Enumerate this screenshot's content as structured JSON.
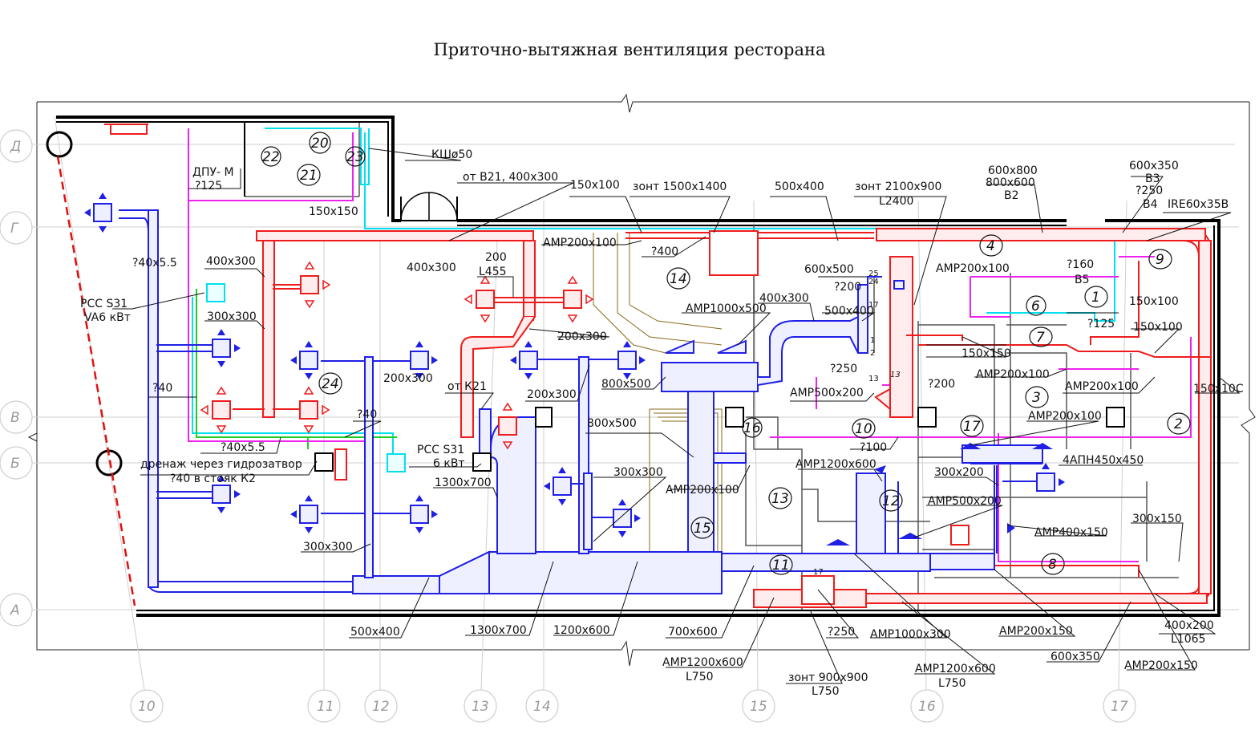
{
  "title": "Приточно-вытяжная вентиляция ресторана",
  "axes": {
    "rows": [
      "Д",
      "Г",
      "В",
      "Б",
      "А"
    ],
    "columns": [
      "10",
      "11",
      "12",
      "13",
      "14",
      "15",
      "16",
      "17"
    ]
  },
  "rooms": [
    "1",
    "2",
    "3",
    "4",
    "6",
    "7",
    "8",
    "9",
    "10",
    "11",
    "12",
    "13",
    "13",
    "14",
    "15",
    "16",
    "17",
    "20",
    "21",
    "22",
    "23",
    "24"
  ],
  "labels": {
    "dpu": "ДПУ- М",
    "d125a": "?125",
    "ksh": "КШø50",
    "s150x150": "150x150",
    "from_v21": "от В21, 400х300",
    "s150x100a": "150x100",
    "zont1500": "зонт 1500х1400",
    "s500x400a": "500х400",
    "zont2100": "зонт 2100х900",
    "l2400": "L2400",
    "s600x800": "600х800",
    "s800x600": "800х600",
    "v2": "В2",
    "s600x350a": "600х350",
    "v3": "В3",
    "d250a": "?250",
    "v4": "В4",
    "ire": "IRE60х35В",
    "d40x55a": "?40х5.5",
    "s400x300a": "400x300",
    "s400x300b": "400x300",
    "s200": "200",
    "l455": "L455",
    "amp200x100a": "АМР200х100",
    "d400": "?400",
    "s600x500": "600х500",
    "d200a": "?200",
    "amp200x100b": "АМР200х100",
    "d160": "?160",
    "v5": "В5",
    "pcc1": "РСС S31",
    "pcc1kw": "VA6 кВт",
    "s300x300a": "300х300",
    "s200x300a": "200х300",
    "amp1000x500": "АМР1000х500",
    "s400x300c": "400х300",
    "s500x400b": "500х400",
    "s150x100b": "150х100",
    "d125b": "?125",
    "s150x100c": "150х100",
    "s150x150b": "150х150",
    "d40a": "?40",
    "s200x300b": "200х300",
    "from_k21": "от К21",
    "s200x300c": "200х300",
    "s800x500a": "800х500",
    "d250b": "?250",
    "d200b": "?200",
    "amp200x100c": "АМР200х100",
    "amp200x100d": "АМР200х100",
    "s150x100d": "150х10С",
    "amp500x200a": "АМР500х200",
    "d40b": "?40",
    "amp200x100e": "АМР200х100",
    "d40x55b": "?40х5.5",
    "pcc2": "РСС S31",
    "pcc2kw": "6 кВт",
    "s800x500b": "800х500",
    "d100": "?100",
    "drain1": "дренаж через гидрозатвор",
    "drain2": "?40 в стояк К2",
    "s1300x700a": "1300х700",
    "s300x300b": "300х300",
    "amp200x100f": "АМР200х100",
    "amp1200x600a": "АМР1200х600",
    "s300x200": "300х200",
    "apn": "4АПН450х450",
    "amp500x200b": "АМР500х200",
    "amp400x150": "АМР400х150",
    "s300x150": "300х150",
    "s300x300c": "300х300",
    "s500x400c": "500х400",
    "s1300x700b": "1300х700",
    "s1200x600": "1200х600",
    "s700x600": "700х600",
    "d250c": "?250",
    "amp1000x300": "АМР1000х300",
    "amp200x150a": "АМР200х150",
    "s400x200": "400х200",
    "l1065": "L1065",
    "amp1200x600b": "АМР1200х600",
    "l750a": "L750",
    "zont900": "зонт 900х900",
    "l750b": "L750",
    "amp1200x600c": "АМР1200х600",
    "l750c": "L750",
    "s600x350b": "600х350",
    "amp200x150b": "АМР200х150",
    "m25": "25",
    "m24": "24",
    "m17": "17",
    "m1": "1",
    "m2": "2",
    "m13": "13",
    "m17b": "17"
  },
  "colors": {
    "supply": "#1f1fe6",
    "exhaust": "#ee1c1c",
    "cyan": "#00e5f0",
    "magenta": "#ee22ee",
    "green": "#22cc22",
    "olive": "#8a6a1a",
    "wall": "#000000"
  }
}
